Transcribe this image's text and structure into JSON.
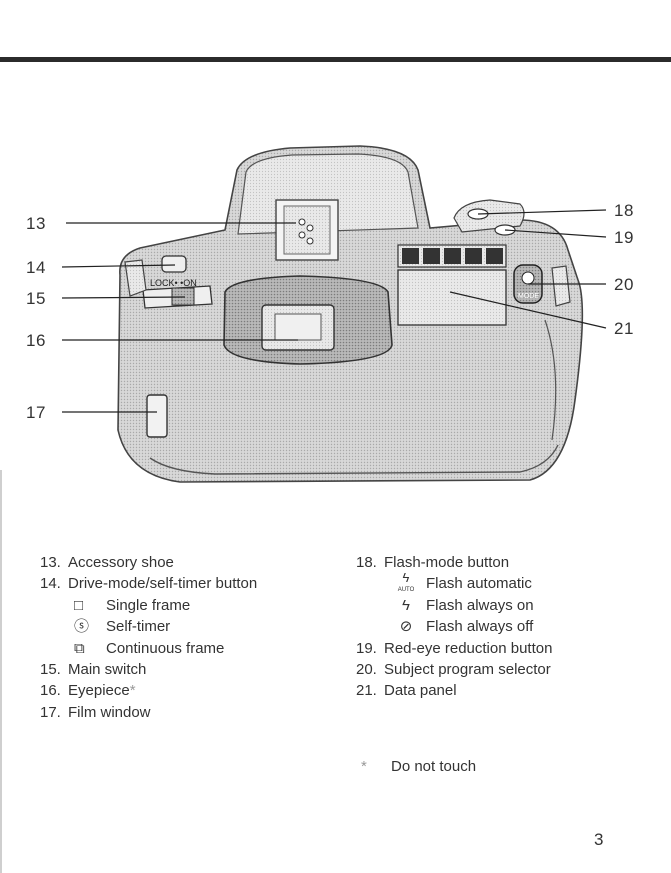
{
  "figure": {
    "callouts": [
      "13",
      "14",
      "15",
      "16",
      "17",
      "18",
      "19",
      "20",
      "21"
    ],
    "camera_markings": {
      "lock_on_label": "LOCK• •ON",
      "mode_label": "MODE"
    }
  },
  "legend_left": {
    "items": [
      {
        "num": "13.",
        "label": "Accessory shoe"
      },
      {
        "num": "14.",
        "label": "Drive-mode/self-timer button"
      },
      {
        "num": "15.",
        "label": "Main switch"
      },
      {
        "num": "16.",
        "label": "Eyepiece"
      },
      {
        "num": "17.",
        "label": "Film window"
      }
    ],
    "eyepiece_marker": "*",
    "drive_modes": [
      {
        "icon": "single-frame-icon",
        "glyph": "□",
        "label": "Single frame"
      },
      {
        "icon": "self-timer-icon",
        "glyph": "ⓢ",
        "label": "Self-timer"
      },
      {
        "icon": "continuous-frame-icon",
        "glyph": "⧉",
        "label": "Continuous frame"
      }
    ]
  },
  "legend_right": {
    "items": [
      {
        "num": "18.",
        "label": "Flash-mode button"
      },
      {
        "num": "19.",
        "label": "Red-eye reduction button"
      },
      {
        "num": "20.",
        "label": "Subject program selector"
      },
      {
        "num": "21.",
        "label": "Data panel"
      }
    ],
    "flash_modes": [
      {
        "icon": "flash-auto-icon",
        "glyph": "ϟ",
        "sub": "AUTO",
        "label": "Flash automatic"
      },
      {
        "icon": "flash-on-icon",
        "glyph": "ϟ",
        "label": "Flash always on"
      },
      {
        "icon": "flash-off-icon",
        "glyph": "⊘",
        "label": "Flash always off"
      }
    ]
  },
  "footnote": {
    "marker": "*",
    "text": "Do not touch"
  },
  "page_number": "3"
}
